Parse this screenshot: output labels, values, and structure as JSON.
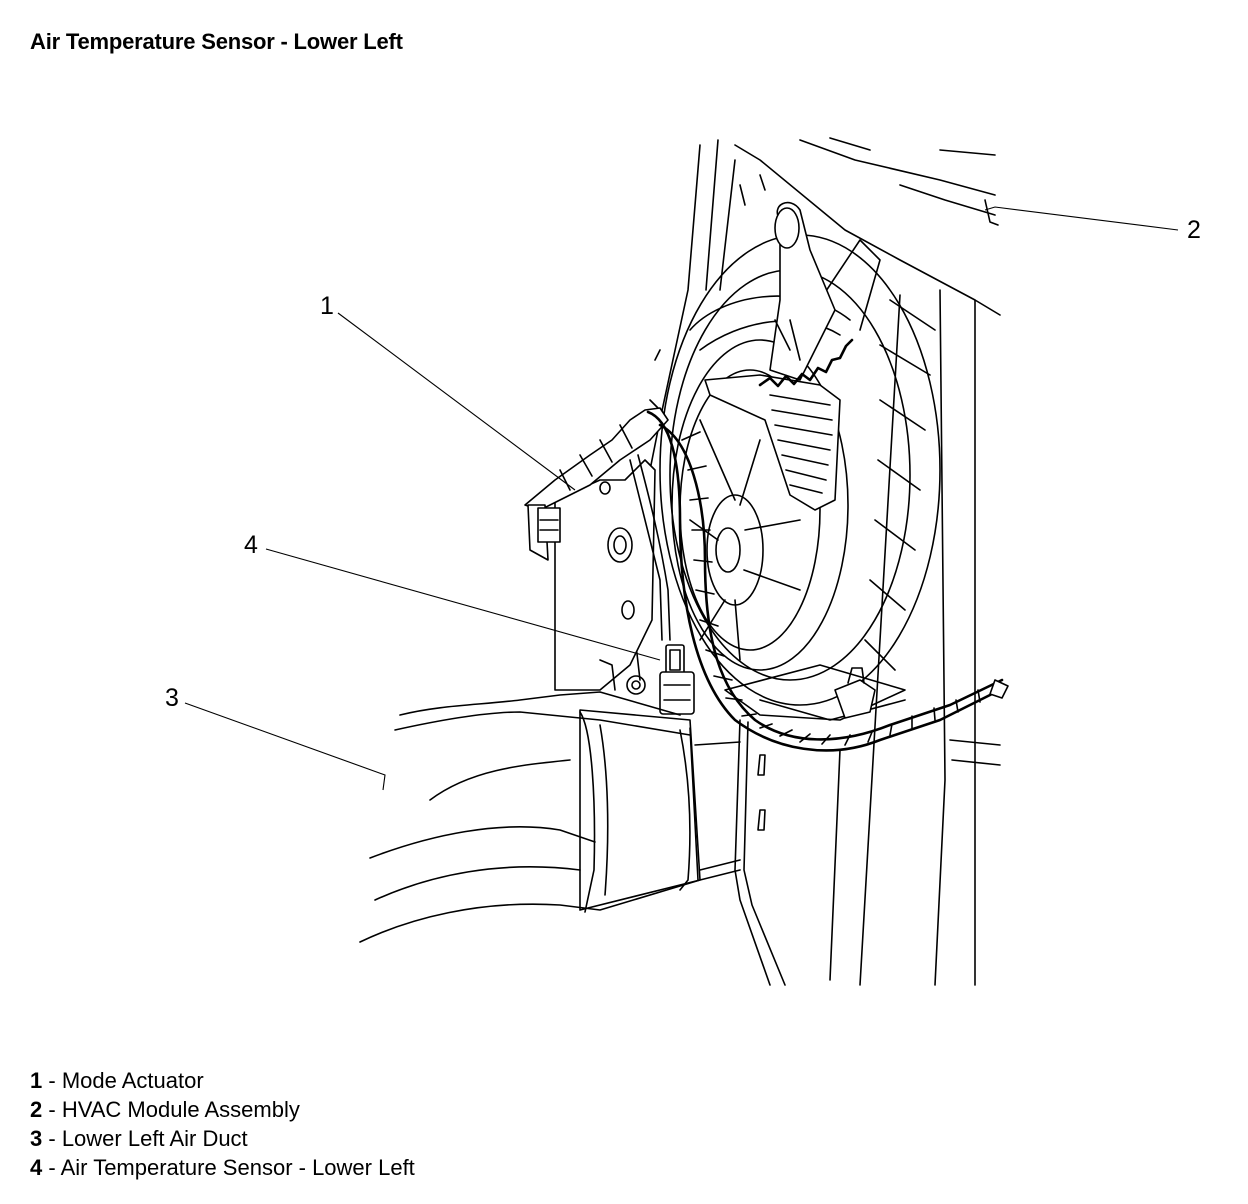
{
  "title": "Air Temperature Sensor - Lower Left",
  "callouts": [
    {
      "number": "1",
      "label": "Mode Actuator"
    },
    {
      "number": "2",
      "label": "HVAC Module Assembly"
    },
    {
      "number": "3",
      "label": "Lower Left Air Duct"
    },
    {
      "number": "4",
      "label": "Air Temperature Sensor - Lower Left"
    }
  ],
  "legend_separator": " - "
}
